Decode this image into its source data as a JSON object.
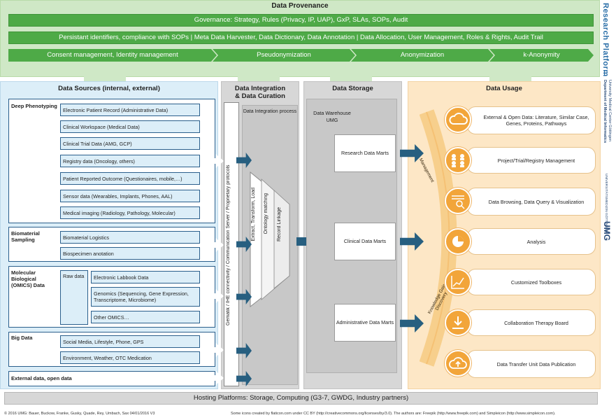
{
  "provenance": {
    "title": "Data Provenance",
    "governance": "Governance: Strategy, Rules (Privacy, IP, UAP), GxP, SLAs, SOPs, Audit",
    "identifiers": "Persistant identifiers, compliance with SOPs | Meta Data Harvester, Data Dictionary, Data Annotation | Data Allocation, User Management, Roles & Rights, Audit Trail",
    "steps": [
      "Consent management, Identity management",
      "Pseudonymization",
      "Anonymization",
      "k-Anonymity"
    ]
  },
  "side": {
    "platform": "Research Platform",
    "dept_line1": "Department of Medical Informatics",
    "dept_line2": "University Medical Center Göttingen",
    "umg_small": "UNIVERSITÄTSMEDIZIN GÖTTINGEN",
    "umg": "UMG"
  },
  "sources": {
    "title": "Data Sources (internal, external)",
    "deep": {
      "label": "Deep Phenotyping",
      "items": [
        "Electronic Patient Record (Administrative Data)",
        "Clinical Workspace (Medical Data)",
        "Clinical Trial Data (AMG, GCP)",
        "Registry data (Oncology, others)",
        "Patient Reported Outcome (Questionaires, mobile,…)",
        "Sensor data (Wearables, Implants, Phones, AAL)",
        "Medical imaging (Radiology, Pathology, Molecular)"
      ]
    },
    "bio": {
      "label": "Biomaterial Sampling",
      "items": [
        "Biomaterial Logistics",
        "Biospecimen anotation"
      ]
    },
    "omics": {
      "label": "Molecular Biological (OMICS) Data",
      "raw": "Raw data",
      "items": [
        "Electronic Labbook Data",
        "Genomics (Sequencing, Gene Expression, Transcriptome, Microbiome)",
        "Other OMICS…"
      ]
    },
    "big": {
      "label": "Big Data",
      "items": [
        "Social Media, Lifestyle, Phone, GPS",
        "Environment, Weather, OTC Medication"
      ]
    },
    "external": {
      "label": "External data, open data"
    }
  },
  "integration": {
    "title_line1": "Data Integration",
    "title_line2": "& Data Curation",
    "process": "Data Integration process",
    "gematik": "Gematik / IHE connectivity / Communication Server / Proprietary protocols",
    "etl": "Extract, Transform, Load",
    "ontology": "Ontology matching",
    "linkage": "Record Linkage"
  },
  "storage": {
    "title": "Data Storage",
    "warehouse": "Data Warehouse UMG",
    "marts": [
      "Research Data Marts",
      "Clinical Data Marts",
      "Administrative Data Marts"
    ]
  },
  "usage": {
    "title": "Data Usage",
    "management": "Management",
    "knowledge": "Knowledge Gain Discovery",
    "items": [
      "External & Open Data: Literature, Similar Case, Genes, Proteins, Pathways",
      "Project/Trial/Registry Management",
      "Data Browsing, Data Query & Visualization",
      "Analysis",
      "Customized Toolboxes",
      "Collaboration Therapy Board",
      "Data Transfer Unit Data Publication"
    ]
  },
  "hosting": "Hosting Platforms: Storage, Computing (G3-7, GWDG, Industry partners)",
  "footer": {
    "left": "© 2016 UMG: Bauer, Buckow, Franke, Gusky, Quade, Rey, Umbach, Sax 04/01/2016 V3",
    "right": "Some icons created by flaticon.com under CC BY (http://creativecommons.org/licenses/by/3.0). The authors are: Freepik (http://www.freepik.com) and Simpleicon (http://www.simpleicon.com)."
  },
  "colors": {
    "green": "#4eaa47",
    "blue_arrow": "#275f80",
    "orange": "#f2a53a",
    "sources_bg": "#dceef8",
    "usage_bg": "#fde7c6"
  }
}
